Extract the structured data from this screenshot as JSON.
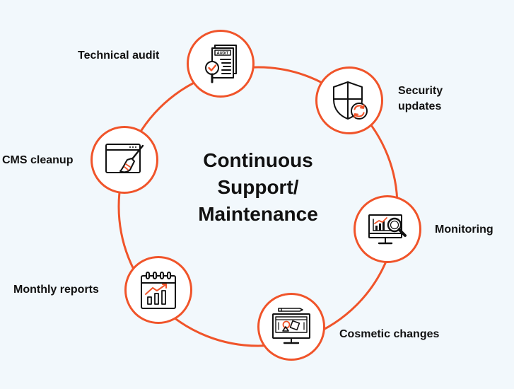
{
  "title": {
    "line1": "Continuous",
    "line2": "Support/",
    "line3": "Maintenance"
  },
  "colors": {
    "accent": "#f0542a",
    "background": "#f2f8fc",
    "text": "#111111"
  },
  "nodes": [
    {
      "label": "Technical audit",
      "icon": "audit-document-icon"
    },
    {
      "label_line1": "Security",
      "label_line2": "updates",
      "icon": "security-shield-icon"
    },
    {
      "label": "Monitoring",
      "icon": "monitoring-monitor-icon"
    },
    {
      "label": "Cosmetic changes",
      "icon": "cosmetic-design-icon"
    },
    {
      "label": "Monthly reports",
      "icon": "calendar-chart-icon"
    },
    {
      "label": "CMS cleanup",
      "icon": "browser-broom-icon"
    }
  ],
  "icon_text": {
    "audit_tag": "AUDIT"
  }
}
